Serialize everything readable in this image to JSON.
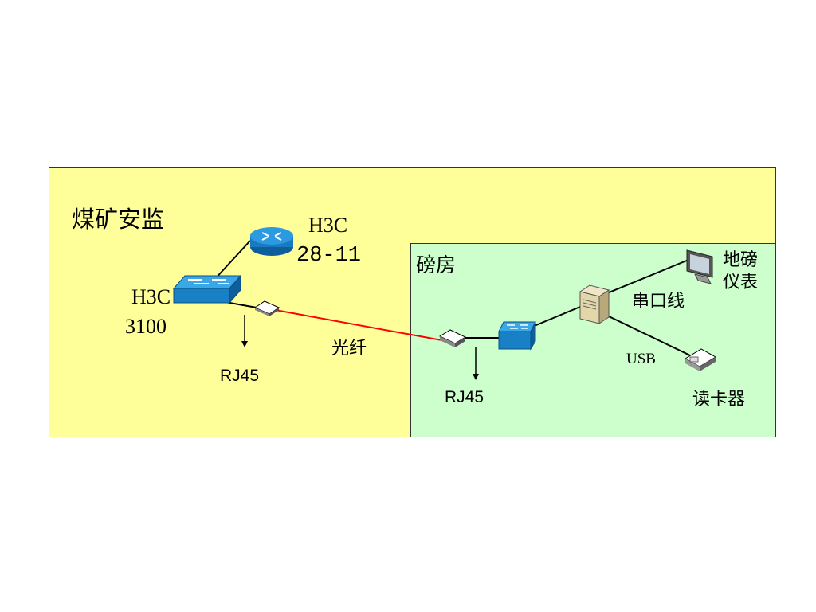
{
  "zones": {
    "mine_title": "煤矿安监",
    "weigh_title": "磅房"
  },
  "devices": {
    "router_brand": "H3C",
    "router_model": "28-11",
    "switch_brand": "H3C",
    "switch_model": "3100",
    "scale": "地磅\n仪表",
    "reader": "读卡器"
  },
  "links": {
    "fiber": "光纤",
    "rj45_left": "RJ45",
    "rj45_right": "RJ45",
    "serial": "串口线",
    "usb": "USB"
  },
  "colors": {
    "mine_zone": "#ffff99",
    "weigh_zone": "#ccffcc",
    "fiber": "#ff0000",
    "device_blue": "#1f8fd6"
  }
}
